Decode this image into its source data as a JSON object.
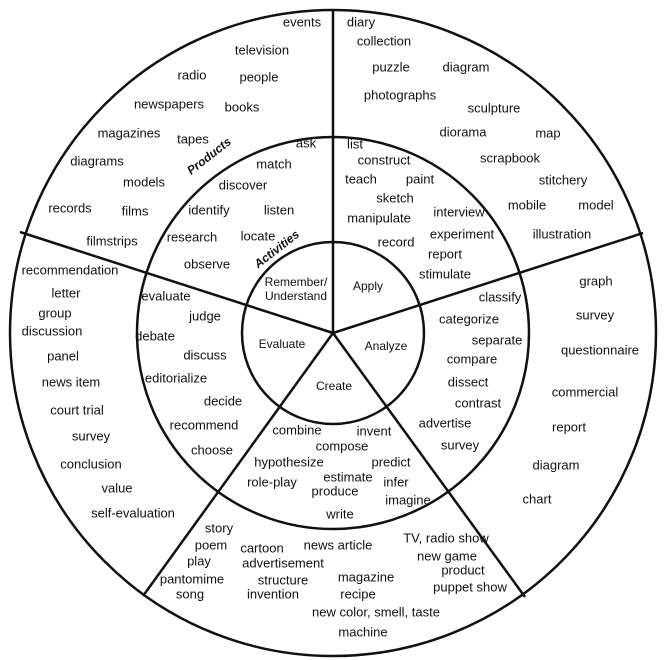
{
  "center": {
    "remember": "Remember/\nUnderstand",
    "apply": "Apply",
    "analyze": "Analyze",
    "create": "Create",
    "evaluate": "Evaluate"
  },
  "ring_labels": {
    "activities": "Activities",
    "products": "Products"
  },
  "activities": {
    "remember": [
      "ask",
      "match",
      "discover",
      "identify",
      "listen",
      "research",
      "locate",
      "observe"
    ],
    "apply": [
      "list",
      "construct",
      "teach",
      "paint",
      "sketch",
      "manipulate",
      "interview",
      "experiment",
      "record",
      "report",
      "stimulate"
    ],
    "analyze": [
      "classify",
      "categorize",
      "separate",
      "compare",
      "dissect",
      "contrast",
      "advertise",
      "survey"
    ],
    "create": [
      "combine",
      "invent",
      "compose",
      "hypothesize",
      "predict",
      "estimate",
      "role-play",
      "produce",
      "infer",
      "imagine",
      "write"
    ],
    "evaluate": [
      "evaluate",
      "judge",
      "debate",
      "discuss",
      "editorialize",
      "decide",
      "recommend",
      "choose"
    ]
  },
  "products": {
    "remember": [
      "events",
      "television",
      "radio",
      "people",
      "newspapers",
      "books",
      "magazines",
      "tapes",
      "diagrams",
      "models",
      "records",
      "films",
      "filmstrips"
    ],
    "apply": [
      "diary",
      "collection",
      "puzzle",
      "diagram",
      "photographs",
      "sculpture",
      "diorama",
      "map",
      "scrapbook",
      "stitchery",
      "mobile",
      "model",
      "illustration"
    ],
    "analyze": [
      "graph",
      "survey",
      "questionnaire",
      "commercial",
      "report",
      "diagram",
      "chart"
    ],
    "create": [
      "story",
      "poem",
      "play",
      "cartoon",
      "news article",
      "TV, radio show",
      "advertisement",
      "new game",
      "pantomime",
      "product",
      "song",
      "structure",
      "magazine",
      "puppet show",
      "invention",
      "recipe",
      "new color, smell, taste",
      "machine"
    ],
    "evaluate": [
      "recommendation",
      "letter",
      "group",
      "discussion",
      "panel",
      "news item",
      "court trial",
      "survey",
      "conclusion",
      "value",
      "self-evaluation"
    ]
  }
}
